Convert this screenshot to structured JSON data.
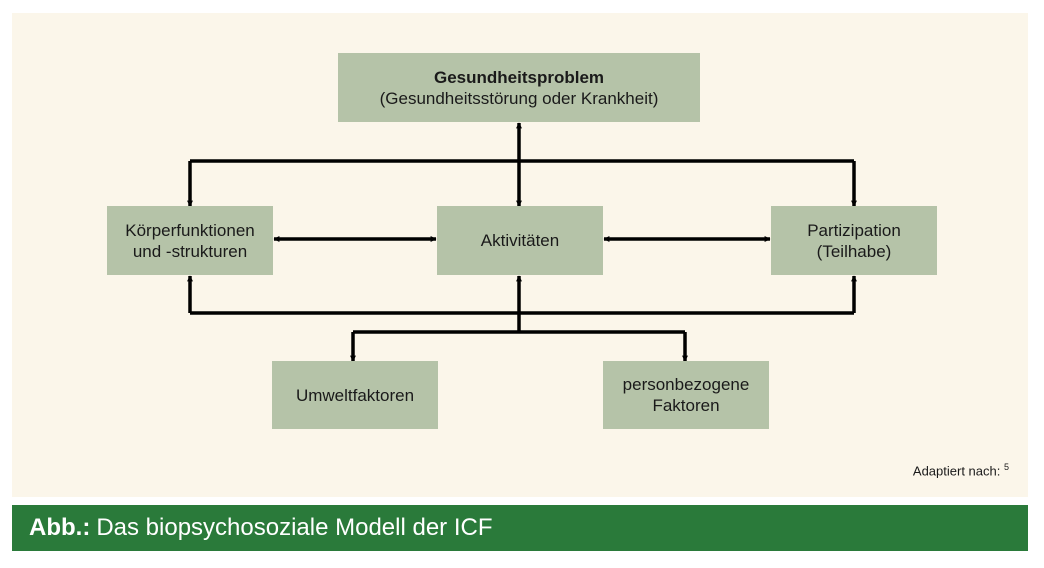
{
  "nodes": {
    "health": {
      "title": "Gesundheitsproblem",
      "subtitle": "(Gesundheitsstörung oder Krankheit)"
    },
    "body": {
      "line1": "Körperfunktionen",
      "line2": "und -strukturen"
    },
    "activities": {
      "line1": "Aktivitäten"
    },
    "participation": {
      "line1": "Partizipation",
      "line2": "(Teilhabe)"
    },
    "environment": {
      "line1": "Umweltfaktoren"
    },
    "personal": {
      "line1": "personbezogene",
      "line2": "Faktoren"
    }
  },
  "credit": {
    "text": "Adaptiert nach:",
    "ref": "5"
  },
  "caption": {
    "label": "Abb.:",
    "text": "Das biopsychosoziale Modell der ICF"
  },
  "colors": {
    "panel": "#fbf6ea",
    "box": "#b5c3a8",
    "caption_bar": "#2a7a3a",
    "line": "#000000"
  }
}
